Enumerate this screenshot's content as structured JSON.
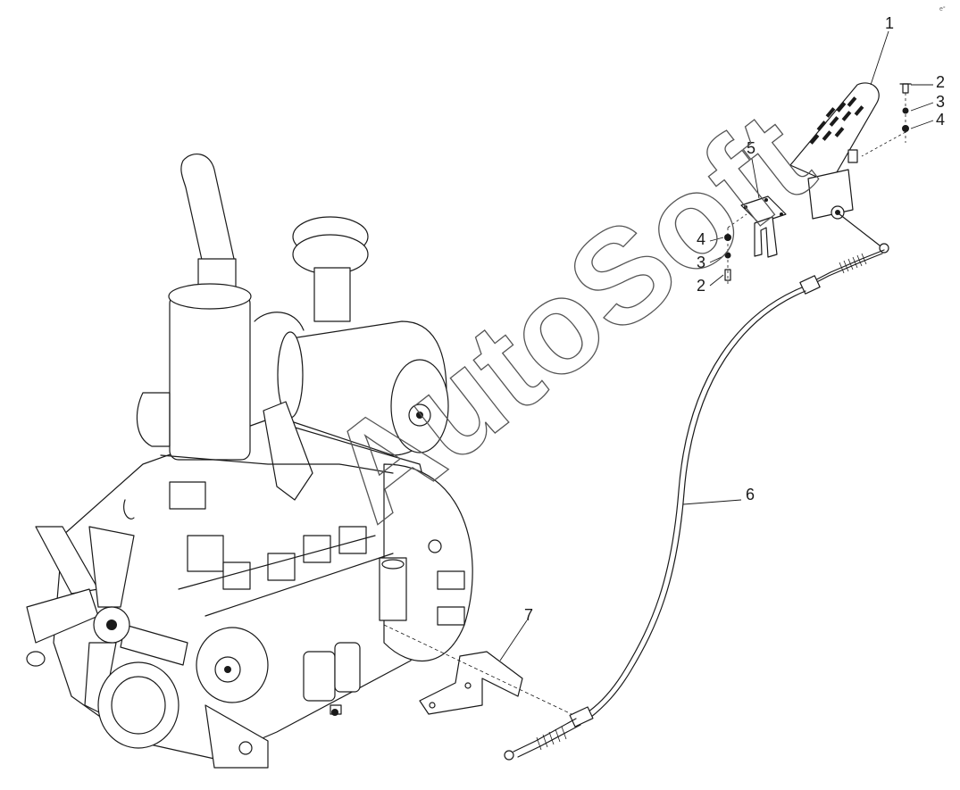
{
  "diagram": {
    "watermark": "AutoSoft",
    "corner_mark": "e°"
  },
  "callouts": {
    "pedal": "1",
    "bolt_top": "2",
    "washer_top": "3",
    "nut_top": "4",
    "bracket": "5",
    "cable": "6",
    "lower_bracket": "7",
    "nut_mid": "4",
    "washer_mid": "3",
    "bolt_mid": "2"
  }
}
